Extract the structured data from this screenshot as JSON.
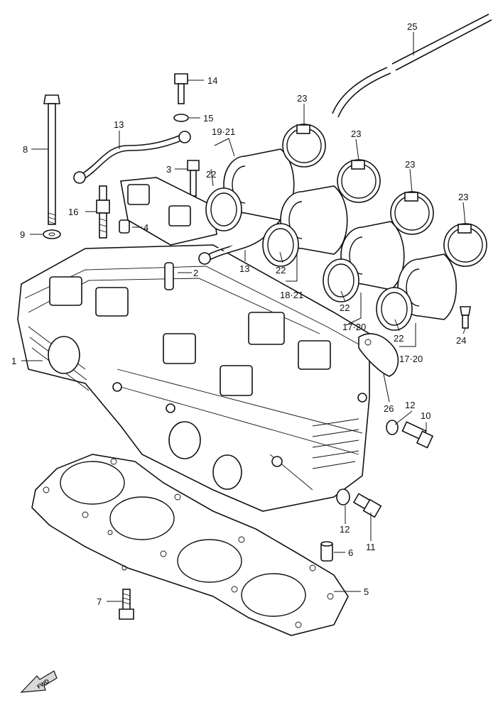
{
  "callouts": {
    "c1": "1",
    "c2": "2",
    "c3": "3",
    "c4": "4",
    "c5": "5",
    "c6": "6",
    "c7": "7",
    "c8": "8",
    "c9": "9",
    "c10": "10",
    "c11": "11",
    "c12a": "12",
    "c12b": "12",
    "c13a": "13",
    "c13b": "13",
    "c14": "14",
    "c15": "15",
    "c16": "16",
    "c17_20a": "17·20",
    "c17_20b": "17·20",
    "c18_21": "18·21",
    "c19_21": "19·21",
    "c22a": "22",
    "c22b": "22",
    "c22c": "22",
    "c22d": "22",
    "c23a": "23",
    "c23b": "23",
    "c23c": "23",
    "c23d": "23",
    "c24": "24",
    "c25": "25",
    "c26": "26"
  },
  "direction_badge": {
    "text": "FWD",
    "icon": "forward-arrow-icon"
  }
}
